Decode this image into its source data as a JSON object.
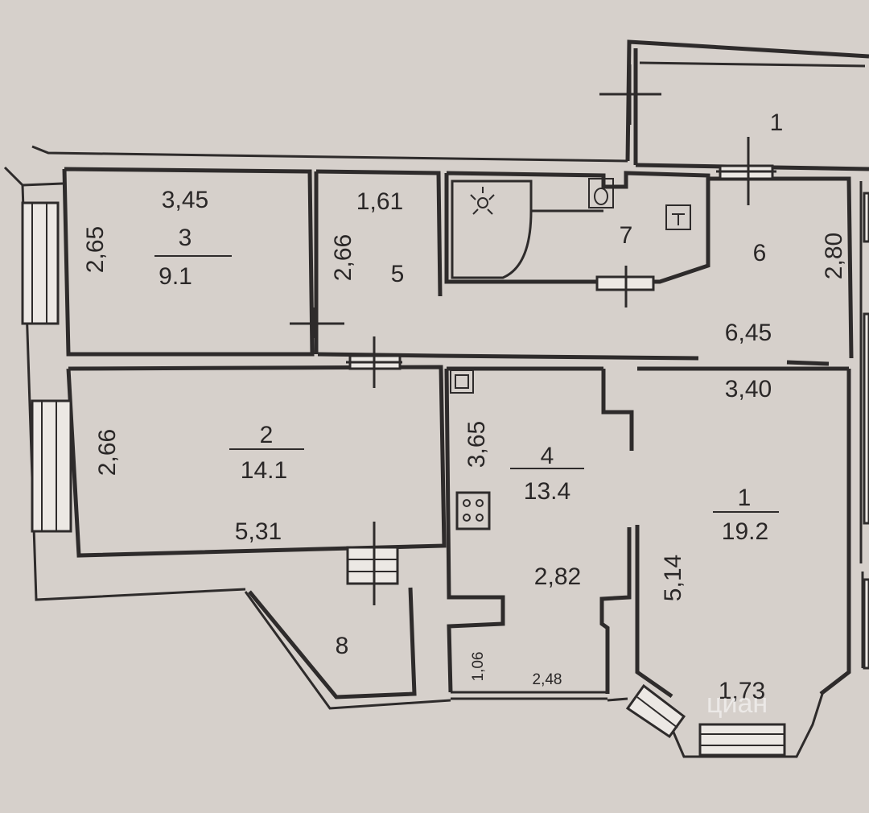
{
  "plan": {
    "rooms": [
      {
        "id": "1",
        "number": "1",
        "area": "19.2"
      },
      {
        "id": "1a",
        "number": "1"
      },
      {
        "id": "2",
        "number": "2",
        "area": "14.1"
      },
      {
        "id": "3",
        "number": "3",
        "area": "9.1"
      },
      {
        "id": "4",
        "number": "4",
        "area": "13.4"
      },
      {
        "id": "5",
        "number": "5"
      },
      {
        "id": "6",
        "number": "6"
      },
      {
        "id": "7",
        "number": "7"
      },
      {
        "id": "8",
        "number": "8"
      }
    ],
    "dimensions": {
      "room3_width": "3,45",
      "room3_height": "2,65",
      "room5_width": "1,61",
      "room5_height": "2,66",
      "room6_height": "2,80",
      "room6_width": "6,45",
      "room1_width": "3,40",
      "room1_height": "5,14",
      "room1_bay": "1,73",
      "room2_height": "2,66",
      "room2_width": "5,31",
      "room4_height": "3,65",
      "room4_width": "2,82",
      "niche_height": "1,06",
      "niche_width": "2,48"
    },
    "watermark": "циан"
  }
}
